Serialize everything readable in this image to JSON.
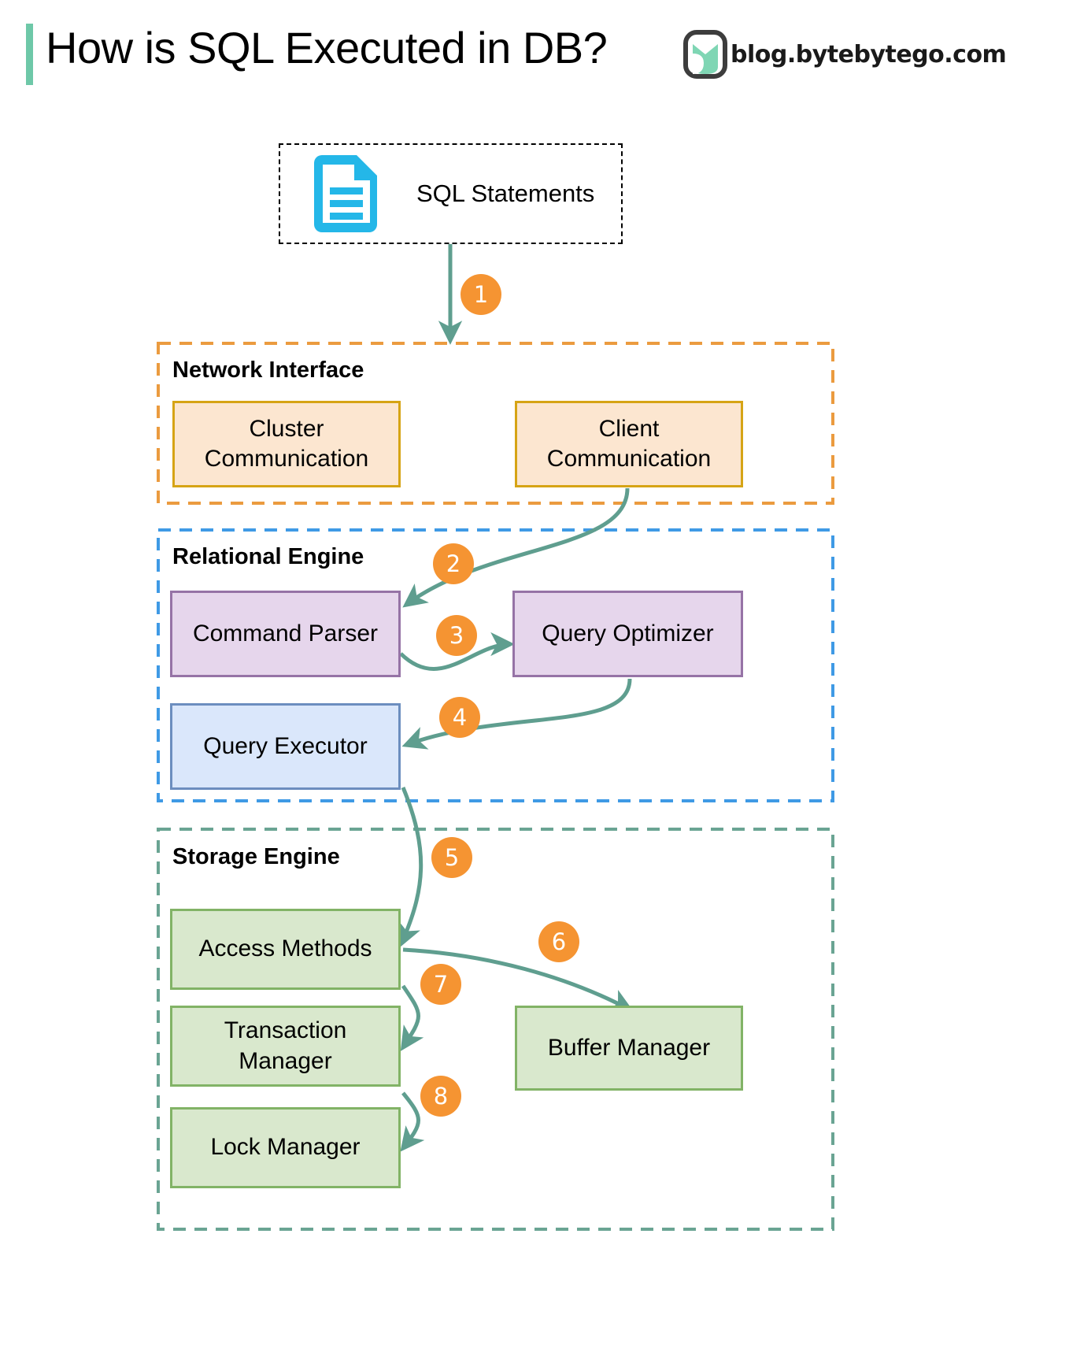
{
  "header": {
    "title": "How is SQL Executed in DB?",
    "brand_text": "blog.bytebytego.com",
    "accent_bar_color": "#6ec8a8"
  },
  "colors": {
    "arrow": "#5f9e8f",
    "step_badge": "#f59432",
    "network_dash": "#eb9b3f",
    "relational_dash": "#3f9ae5",
    "storage_dash": "#6aa493",
    "network_box_fill": "#fce6d0",
    "network_box_border": "#d6a415",
    "relational_box_fill": "#e6d6ec",
    "relational_box_border": "#9673a6",
    "executor_box_fill": "#dae7fb",
    "executor_box_border": "#6c8ebf",
    "storage_box_fill": "#d9e8cd",
    "storage_box_border": "#82b366",
    "doc_icon": "#24b7e8"
  },
  "source": {
    "label": "SQL Statements",
    "icon": "document-icon"
  },
  "groups": [
    {
      "id": "network",
      "label": "Network Interface"
    },
    {
      "id": "relational",
      "label": "Relational Engine"
    },
    {
      "id": "storage",
      "label": "Storage Engine"
    }
  ],
  "nodes": [
    {
      "id": "cluster-communication",
      "label": "Cluster\nCommunication",
      "group": "network"
    },
    {
      "id": "client-communication",
      "label": "Client\nCommunication",
      "group": "network"
    },
    {
      "id": "command-parser",
      "label": "Command Parser",
      "group": "relational"
    },
    {
      "id": "query-optimizer",
      "label": "Query Optimizer",
      "group": "relational"
    },
    {
      "id": "query-executor",
      "label": "Query Executor",
      "group": "relational"
    },
    {
      "id": "access-methods",
      "label": "Access Methods",
      "group": "storage"
    },
    {
      "id": "transaction-manager",
      "label": "Transaction\nManager",
      "group": "storage"
    },
    {
      "id": "buffer-manager",
      "label": "Buffer Manager",
      "group": "storage"
    },
    {
      "id": "lock-manager",
      "label": "Lock Manager",
      "group": "storage"
    }
  ],
  "steps": [
    {
      "n": "1",
      "from": "sql-statements",
      "to": "network-interface"
    },
    {
      "n": "2",
      "from": "client-communication",
      "to": "command-parser"
    },
    {
      "n": "3",
      "from": "command-parser",
      "to": "query-optimizer"
    },
    {
      "n": "4",
      "from": "query-optimizer",
      "to": "query-executor"
    },
    {
      "n": "5",
      "from": "query-executor",
      "to": "access-methods"
    },
    {
      "n": "6",
      "from": "access-methods",
      "to": "buffer-manager"
    },
    {
      "n": "7",
      "from": "access-methods",
      "to": "transaction-manager"
    },
    {
      "n": "8",
      "from": "transaction-manager",
      "to": "lock-manager"
    }
  ]
}
